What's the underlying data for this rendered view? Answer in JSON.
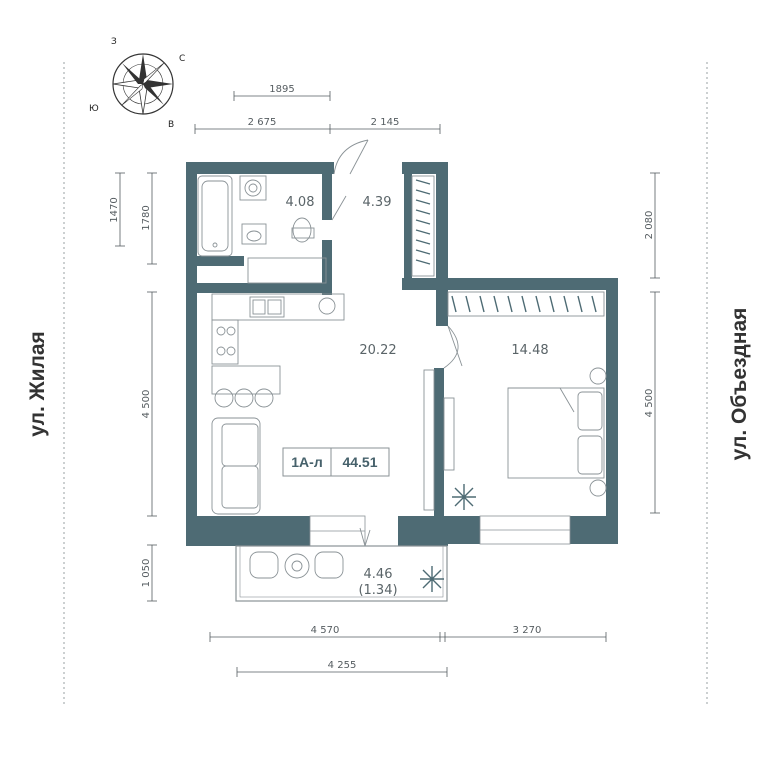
{
  "compass": {
    "north": "С",
    "south": "Ю",
    "west": "З",
    "east": "В"
  },
  "streets": {
    "left": "ул. Жилая",
    "right": "ул. Объездная"
  },
  "apartment": {
    "type": "1А-л",
    "total_area": "44.51"
  },
  "rooms": {
    "bathroom": "4.08",
    "hall": "4.39",
    "kitchen_living": "20.22",
    "bedroom": "14.48",
    "balcony": "4.46",
    "balcony_reduced": "(1.34)"
  },
  "dimensions": {
    "top_inner": "1895",
    "top_left": "2 675",
    "top_right": "2 145",
    "left_1": "1470",
    "left_2": "1780",
    "left_main": "4 500",
    "left_balcony": "1 050",
    "right_1": "2 080",
    "right_main": "4 500",
    "bottom_left": "4 570",
    "bottom_right": "3 270",
    "bottom_balcony": "4 255"
  },
  "colors": {
    "wall": "#4e6b74",
    "line": "#8a9296",
    "text": "#5a6468"
  }
}
